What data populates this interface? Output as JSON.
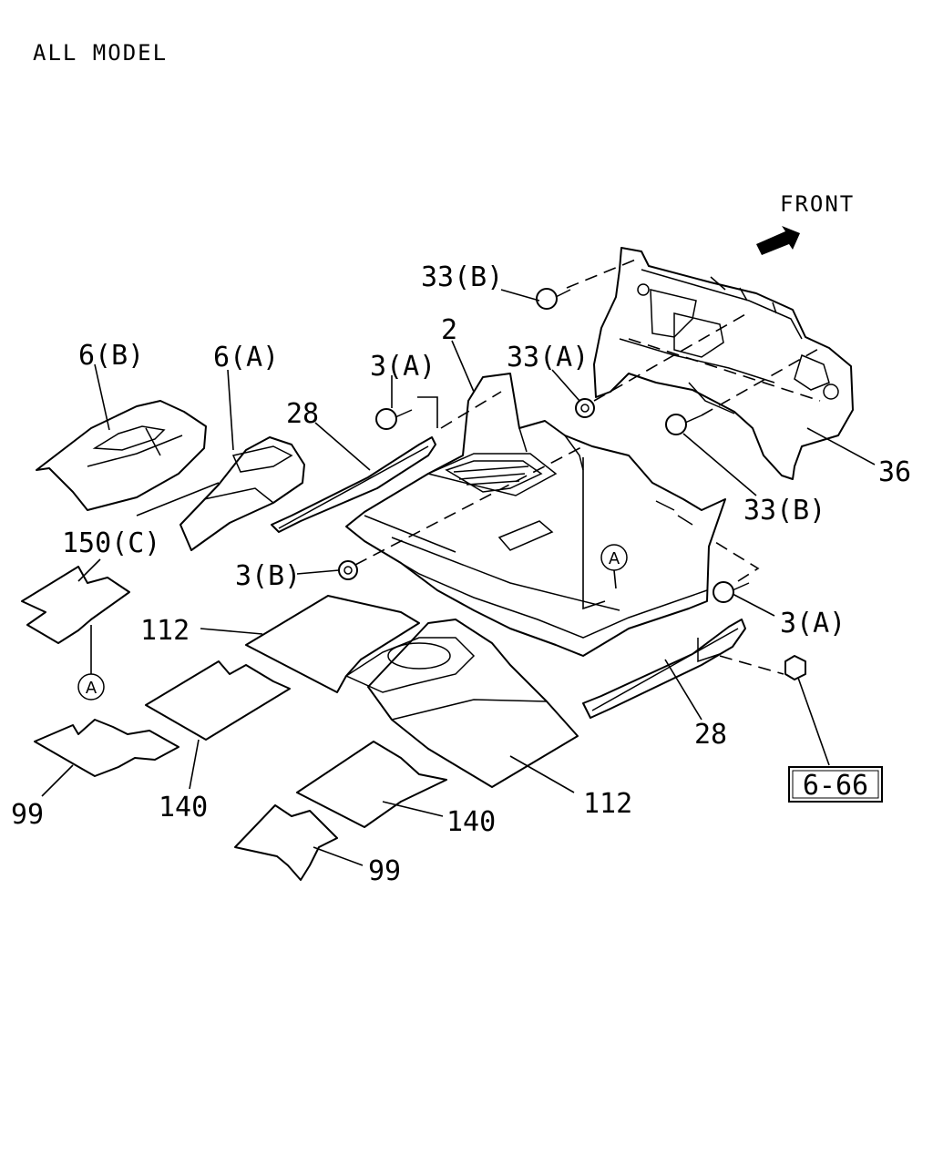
{
  "header": {
    "model": "ALL MODEL"
  },
  "orientation": {
    "front_label": "FRONT"
  },
  "reference_box": {
    "label": "6-66"
  },
  "callout_marker": "A",
  "labels": {
    "p2": "2",
    "p3a_top": "3(A)",
    "p3a_right": "3(A)",
    "p3b": "3(B)",
    "p6a": "6(A)",
    "p6b": "6(B)",
    "p28_left": "28",
    "p28_right": "28",
    "p33a": "33(A)",
    "p33b_top": "33(B)",
    "p33b_right": "33(B)",
    "p36": "36",
    "p99_left": "99",
    "p99_right": "99",
    "p112_left": "112",
    "p112_right": "112",
    "p140_left": "140",
    "p140_right": "140",
    "p150c": "150(C)"
  }
}
